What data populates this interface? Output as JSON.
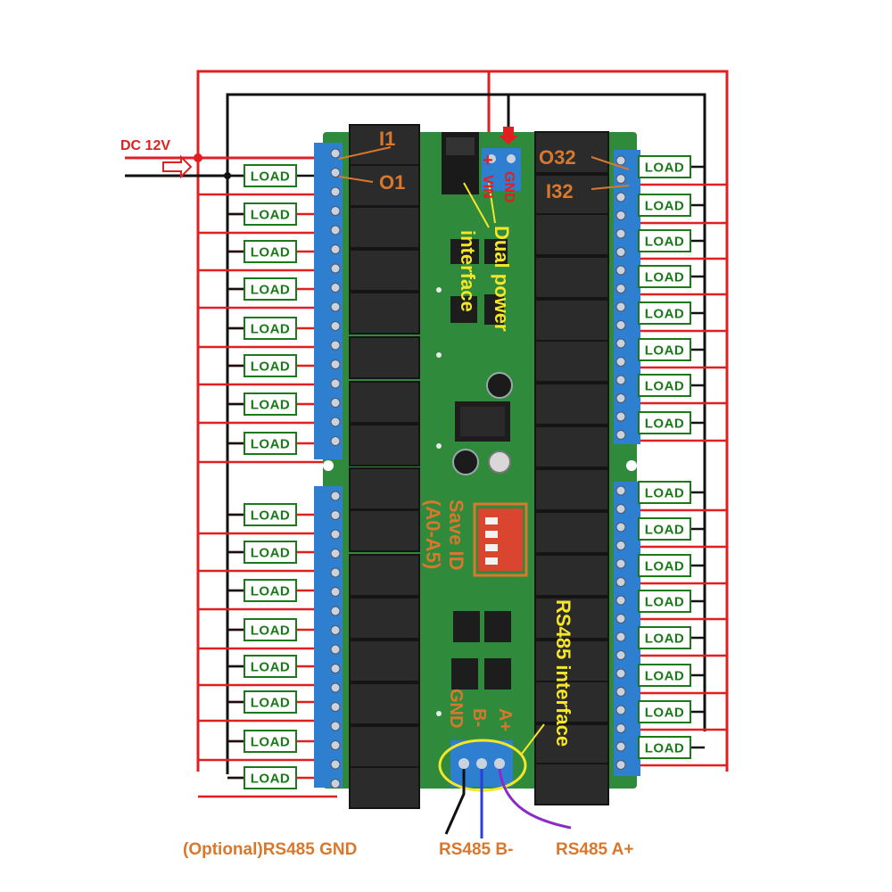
{
  "power": {
    "dc_label": "DC 12V",
    "plus_label": "+",
    "vin_label": "VIN",
    "gnd_label": "GND"
  },
  "channels": {
    "i1": "I1",
    "o1": "O1",
    "o32": "O32",
    "i32": "I32"
  },
  "annotations": {
    "dual_power": "Dual power",
    "interface": "interface",
    "save_id": "Save ID",
    "save_id_range": "(A0-A5)",
    "rs485_interface": "RS485 interface",
    "rs485_gnd_pin": "GND",
    "rs485_b_pin": "B-",
    "rs485_a_pin": "A+"
  },
  "bottom_labels": {
    "optional_gnd": "(Optional)RS485 GND",
    "b_minus": "RS485 B-",
    "a_plus": "RS485 A+"
  },
  "load_label": "LOAD",
  "left_loads": 16,
  "right_loads": 16,
  "colors": {
    "wire_red": "#e02020",
    "wire_black": "#111111",
    "board_green": "#2f8a3c",
    "relay_dark": "#2b2b2b",
    "terminal_blue": "#2e7fd0",
    "load_green": "#1a7a1a",
    "annotation_orange": "#d9782d",
    "annotation_yellow": "#f5e628",
    "wire_blue": "#2a3fd6",
    "wire_purple": "#8a2bc7"
  }
}
